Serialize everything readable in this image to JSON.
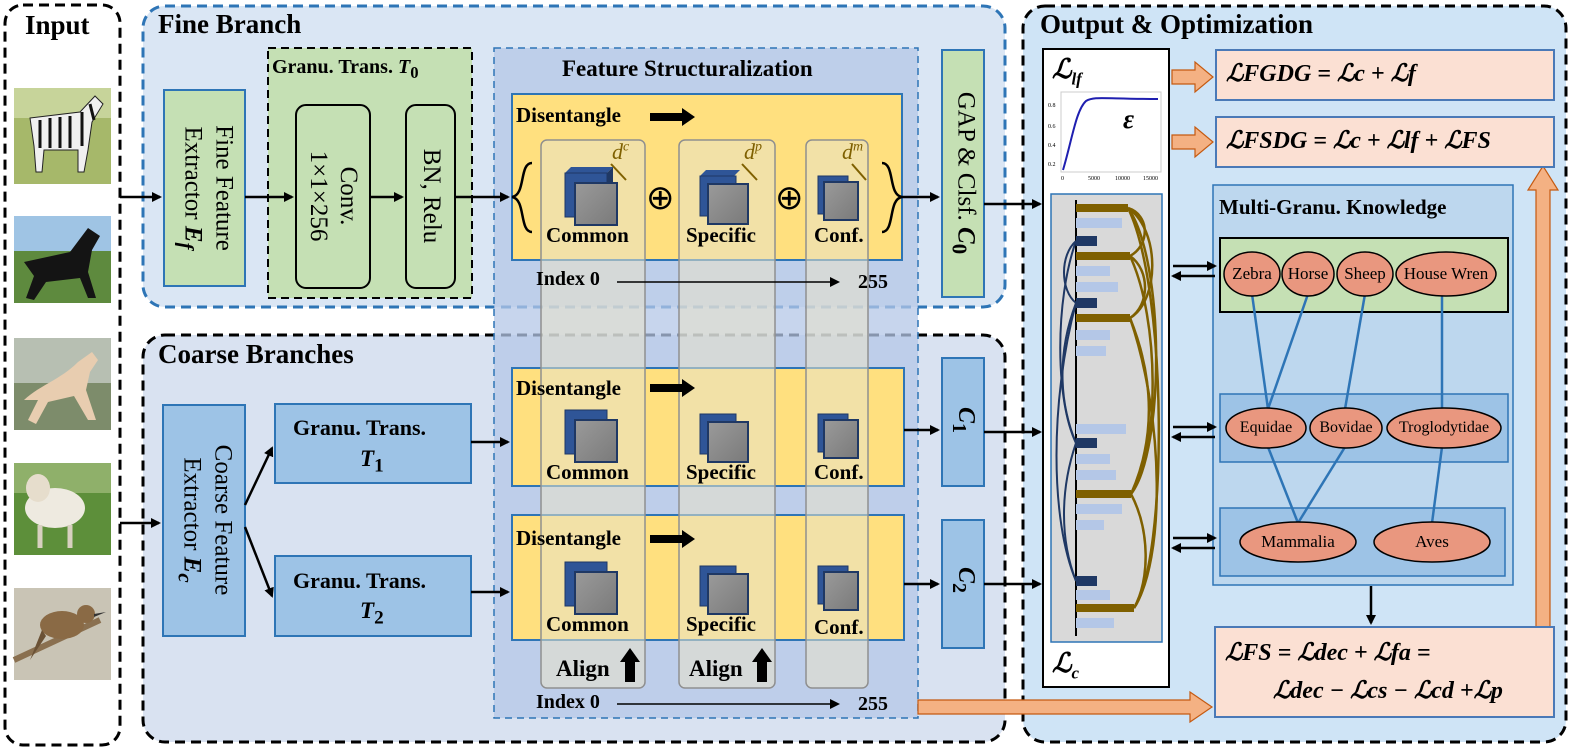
{
  "input": {
    "title": "Input",
    "animals": [
      "zebra",
      "horse",
      "pale horse",
      "sheep",
      "house wren"
    ]
  },
  "fine_branch": {
    "title": "Fine Branch",
    "extractor": {
      "line1": "Fine Feature",
      "line2": "Extractor",
      "symbol": "E",
      "sub": "f"
    },
    "granu_trans": {
      "label": "Granu. Trans. ",
      "symbol": "T",
      "sub": "0"
    },
    "conv": {
      "line1": "Conv.",
      "line2": "1×1×256"
    },
    "bn": "BN, Relu",
    "gap": {
      "text": "GAP & Clsf. ",
      "symbol": "C",
      "sub": "0"
    }
  },
  "feature_structuralization": {
    "title": "Feature Structuralization",
    "disentangle": "Disentangle",
    "common": "Common",
    "specific": "Specific",
    "conf": "Conf.",
    "oplus": "⊕",
    "dc": "c",
    "dp": "p",
    "dm": "m",
    "d": "d",
    "index0": "Index 0",
    "index255": "255",
    "align": "Align"
  },
  "coarse_branches": {
    "title": "Coarse Branches",
    "extractor": {
      "line1": "Coarse Feature",
      "line2": "Extractor",
      "symbol": "E",
      "sub": "c"
    },
    "t1": {
      "label": "Granu. Trans.",
      "symbol": "T",
      "sub": "1"
    },
    "t2": {
      "label": "Granu. Trans.",
      "symbol": "T",
      "sub": "2"
    },
    "c1": {
      "symbol": "C",
      "sub": "1"
    },
    "c2": {
      "symbol": "C",
      "sub": "2"
    }
  },
  "output": {
    "title": "Output & Optimization",
    "llf": {
      "symbol": "ℒ",
      "sub": "lf"
    },
    "lc": {
      "symbol": "ℒ",
      "sub": "c"
    },
    "epsilon": "ε",
    "mini_yticks": [
      "0.8",
      "0.6",
      "0.4",
      "0.2"
    ],
    "mini_xticks": [
      "0",
      "5000",
      "10000",
      "15000"
    ],
    "loss_fgdg": "ℒFGDG = ℒc + ℒf",
    "loss_fsdg": "ℒFSDG = ℒc + ℒlf + ℒFS",
    "loss_fs_line1": "ℒFS = ℒdec + ℒfa =",
    "loss_fs_line2": "ℒdec − ℒcs − ℒcd +ℒp"
  },
  "knowledge": {
    "title": "Multi-Granu. Knowledge",
    "species": [
      "Zebra",
      "Horse",
      "Sheep",
      "House Wren"
    ],
    "families": [
      "Equidae",
      "Bovidae",
      "Troglodytidae"
    ],
    "classes": [
      "Mammalia",
      "Aves"
    ]
  },
  "colors": {
    "fine_bg": "#dae6f4",
    "coarse_bg": "#d9e2f1",
    "green": "#c5e0b4",
    "blue_box": "#9dc3e6",
    "yellow": "#ffe07f",
    "salmon": "#e9977f",
    "loss_bg": "#fbe0d3",
    "arrow_orange": "#f4b183"
  }
}
